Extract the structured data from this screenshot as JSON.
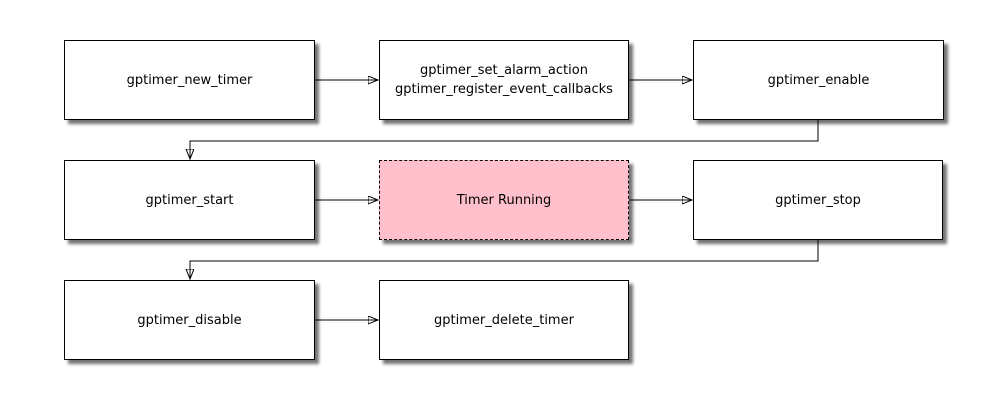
{
  "colors": {
    "background": "#ffffff",
    "node_fill": "#ffffff",
    "node_border": "#000000",
    "highlight_fill": "#ffc0cb",
    "text": "#000000",
    "edge": "#000000"
  },
  "nodes": {
    "new_timer": {
      "label": "gptimer_new_timer"
    },
    "set_alarm": {
      "label": "gptimer_set_alarm_action\ngptimer_register_event_callbacks"
    },
    "enable": {
      "label": "gptimer_enable"
    },
    "start": {
      "label": "gptimer_start"
    },
    "running": {
      "label": "Timer Running",
      "highlighted": true
    },
    "stop": {
      "label": "gptimer_stop"
    },
    "disable": {
      "label": "gptimer_disable"
    },
    "delete": {
      "label": "gptimer_delete_timer"
    }
  },
  "edges": [
    {
      "from": "new_timer",
      "to": "set_alarm"
    },
    {
      "from": "set_alarm",
      "to": "enable"
    },
    {
      "from": "enable",
      "to": "start"
    },
    {
      "from": "start",
      "to": "running"
    },
    {
      "from": "running",
      "to": "stop"
    },
    {
      "from": "stop",
      "to": "disable"
    },
    {
      "from": "disable",
      "to": "delete"
    }
  ]
}
